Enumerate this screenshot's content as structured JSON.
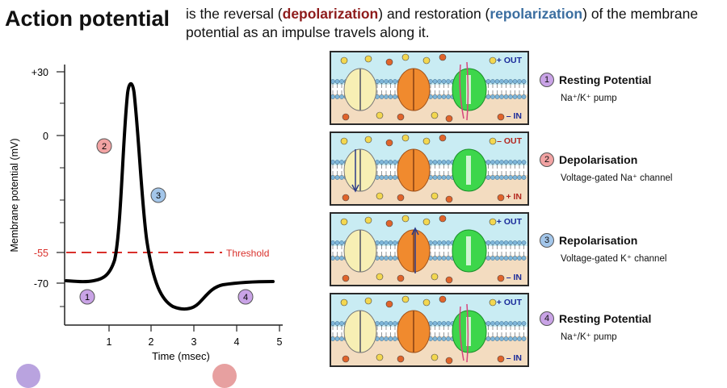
{
  "header": {
    "title": "Action potential",
    "defn_before": "is the reversal (",
    "depolarization": "depolarization",
    "defn_middle": ")  and restoration (",
    "repolarization": "repolarization",
    "defn_after": ") of the membrane",
    "defn_line2": "potential as an impulse travels along it."
  },
  "graph": {
    "ylabel": "Membrane potential (mV)",
    "xlabel": "Time (msec)",
    "threshold_label": "Threshold",
    "yticks": [
      {
        "value": 30,
        "label": "+30"
      },
      {
        "value": 0,
        "label": "0"
      },
      {
        "value": -55,
        "label": "-55"
      },
      {
        "value": -70,
        "label": "-70"
      }
    ],
    "xticks": [
      "1",
      "2",
      "3",
      "4",
      "5"
    ],
    "markers": [
      {
        "num": "1",
        "color": "#c9a3e6"
      },
      {
        "num": "2",
        "color": "#f2a3a3"
      },
      {
        "num": "3",
        "color": "#a3c6ea"
      },
      {
        "num": "4",
        "color": "#c9a3e6"
      }
    ]
  },
  "panels": [
    {
      "top_sign": "+ OUT",
      "bottom_sign": "– IN",
      "top_color": "#1a2a9a",
      "bottom_color": "#1a2a9a"
    },
    {
      "top_sign": "– OUT",
      "bottom_sign": "+ IN",
      "top_color": "#b3261e",
      "bottom_color": "#b3261e"
    },
    {
      "top_sign": "+ OUT",
      "bottom_sign": "– IN",
      "top_color": "#1a2a9a",
      "bottom_color": "#1a2a9a"
    },
    {
      "top_sign": "+ OUT",
      "bottom_sign": "– IN",
      "top_color": "#1a2a9a",
      "bottom_color": "#1a2a9a"
    }
  ],
  "steps": [
    {
      "num": "1",
      "title": "Resting Potential",
      "sub": "Na⁺/K⁺ pump",
      "color": "#c9a3e6"
    },
    {
      "num": "2",
      "title": "Depolarisation",
      "sub": "Voltage-gated Na⁺ channel",
      "color": "#f2a3a3"
    },
    {
      "num": "3",
      "title": "Repolarisation",
      "sub": "Voltage-gated K⁺ channel",
      "color": "#a3c6ea"
    },
    {
      "num": "4",
      "title": "Resting Potential",
      "sub": "Na⁺/K⁺ pump",
      "color": "#c9a3e6"
    }
  ],
  "colors": {
    "curve": "#000000",
    "threshold": "#d9302b",
    "outside": "#c9ecf3",
    "inside": "#f3dcc0",
    "na_ion": "#f3d750",
    "k_ion": "#e0642b",
    "na_channel": "#f7efb4",
    "k_channel": "#f08a2e",
    "pump": "#3dd64b"
  }
}
